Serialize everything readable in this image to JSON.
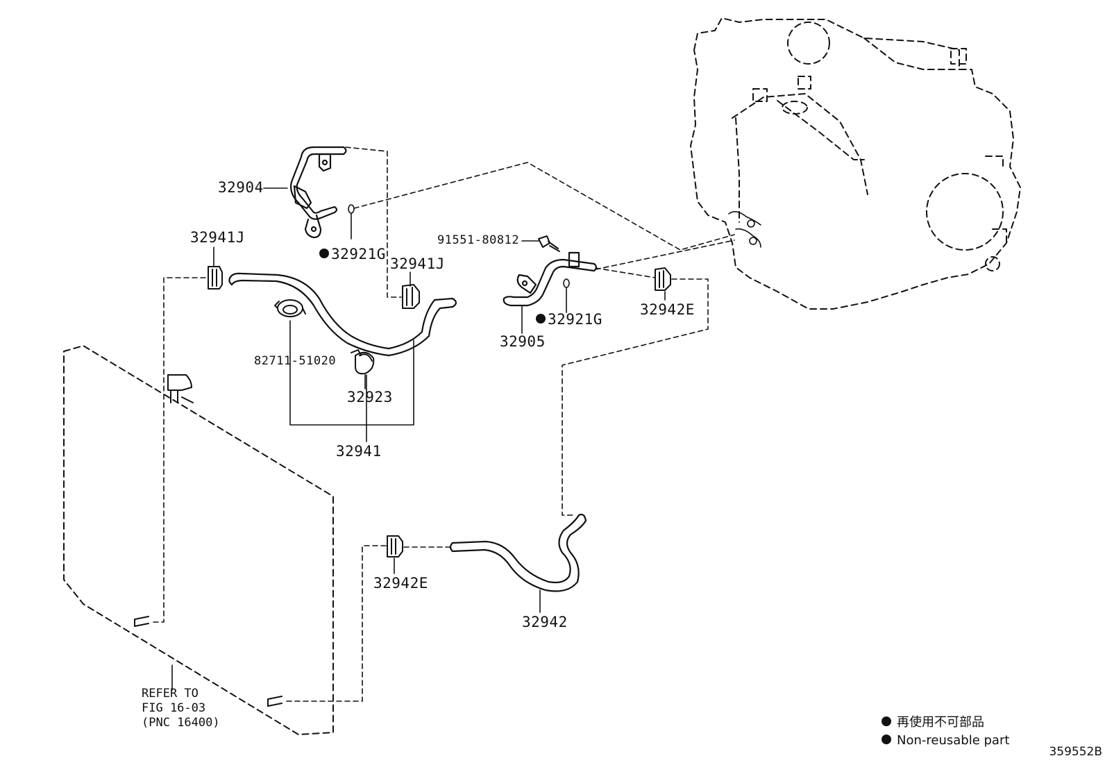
{
  "labels": {
    "p32904": "32904",
    "p32941J_a": "32941J",
    "p32921G_a": "32921G",
    "p32941J_b": "32941J",
    "p91551": "91551-80812",
    "p32921G_b": "32921G",
    "p32905": "32905",
    "p32942E_a": "32942E",
    "p82711": "82711-51020",
    "p32923": "32923",
    "p32941": "32941",
    "p32942E_b": "32942E",
    "p32942": "32942"
  },
  "refer": {
    "line1": "REFER TO",
    "line2": "FIG 16-03",
    "line3": "(PNC 16400)"
  },
  "legend": {
    "jp": "再使用不可部品",
    "en": "Non-reusable part"
  },
  "diagram_id": "359552B",
  "icons": {
    "non_reusable_marker": "filled-circle-icon"
  }
}
